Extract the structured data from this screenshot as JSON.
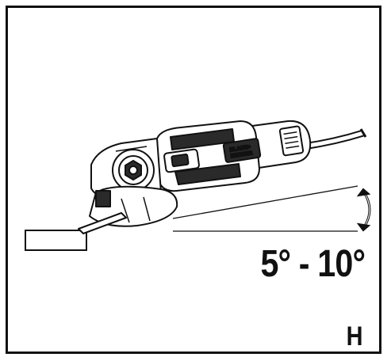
{
  "diagram": {
    "angle_label": "5° - 10°",
    "figure_letter": "H",
    "brand_line1": "BLACK+",
    "brand_line2": "DECKER",
    "colors": {
      "ink": "#111111",
      "fill_dark": "#2a2a2a",
      "paper": "#ffffff"
    },
    "icons": [
      "angle-grinder-icon",
      "workpiece-icon",
      "curved-double-arrow-icon"
    ]
  }
}
